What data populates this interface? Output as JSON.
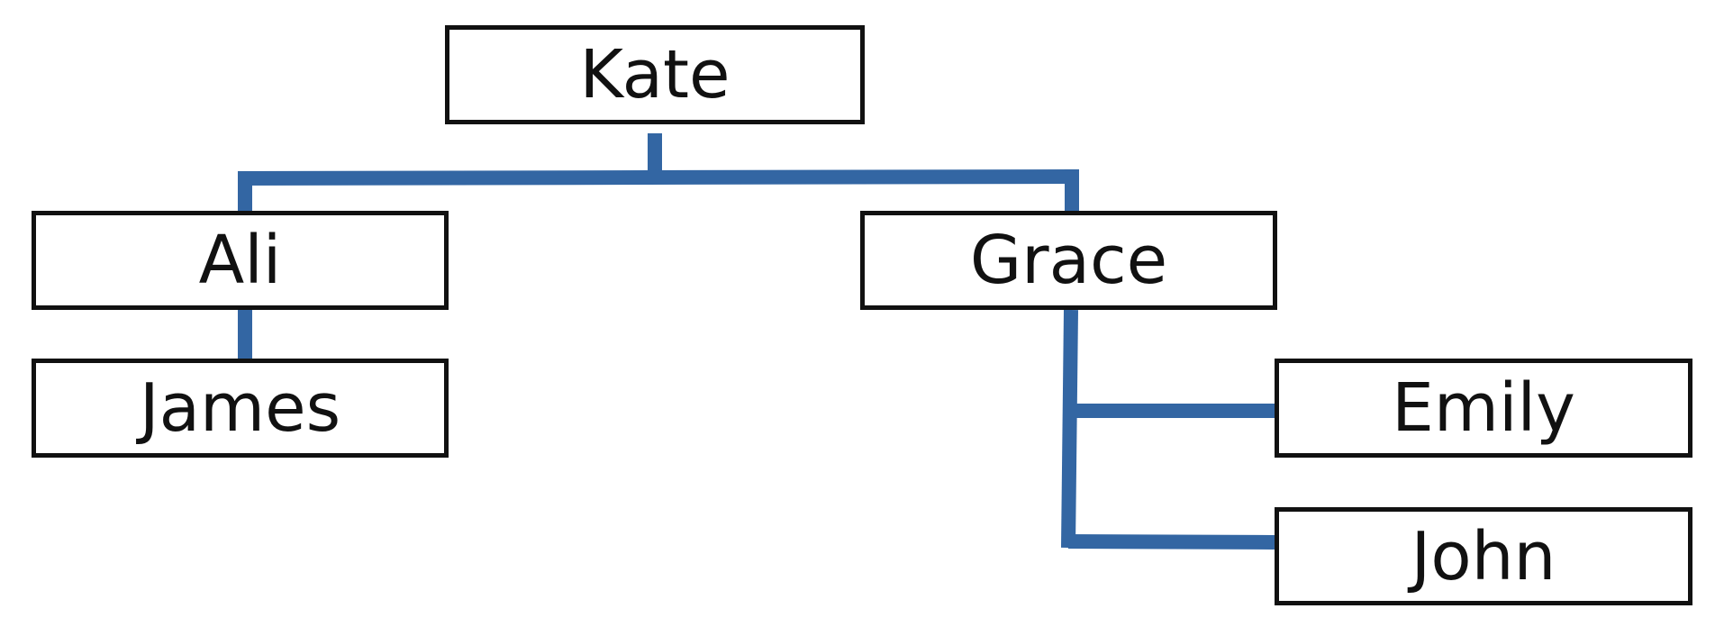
{
  "diagram": {
    "connector_color": "#3366a3",
    "box_border_color": "#111111",
    "nodes": {
      "kate": "Kate",
      "ali": "Ali",
      "grace": "Grace",
      "james": "James",
      "emily": "Emily",
      "john": "John"
    },
    "edges": [
      [
        "kate",
        "ali"
      ],
      [
        "kate",
        "grace"
      ],
      [
        "ali",
        "james"
      ],
      [
        "grace",
        "emily"
      ],
      [
        "grace",
        "john"
      ]
    ]
  }
}
